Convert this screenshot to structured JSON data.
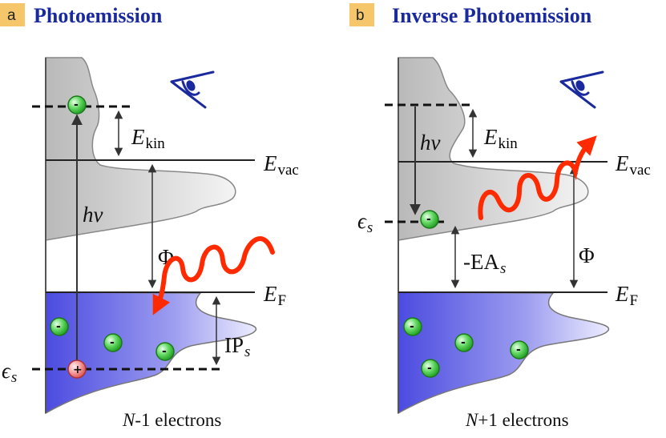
{
  "panel_a": {
    "badge": "a",
    "title": "Photoemission",
    "ekin_main": "E",
    "ekin_sub": "kin",
    "evac_main": "E",
    "evac_sub": "vac",
    "ef_main": "E",
    "ef_sub": "F",
    "hv": "hv",
    "phi": "Φ",
    "ip_main": "IP",
    "ip_sub": "s",
    "eps_main": "ϵ",
    "eps_sub": "s",
    "caption_n": "N",
    "caption_rest": "-1 electrons",
    "electron_sign": "-",
    "hole_sign": "+"
  },
  "panel_b": {
    "badge": "b",
    "title": "Inverse Photoemission",
    "ekin_main": "E",
    "ekin_sub": "kin",
    "evac_main": "E",
    "evac_sub": "vac",
    "ef_main": "E",
    "ef_sub": "F",
    "hv": "hv",
    "phi": "Φ",
    "ea_main": "-EA",
    "ea_sub": "s",
    "eps_main": "ϵ",
    "eps_sub": "s",
    "caption_n": "N",
    "caption_rest": "+1 electrons",
    "electron_sign": "-"
  },
  "colors": {
    "title": "#1a2a9e",
    "badge": "#f5c76a",
    "photon": "#ff2a00",
    "electron": "#3cc23c",
    "hole": "#f08080",
    "occupied_band": "#5a5ae6",
    "unoccupied_band": "#c8c8c8",
    "detector": "#1a2a9e"
  },
  "icons": [
    "eye-detector-icon",
    "photon-wave-icon",
    "electron-icon",
    "hole-icon"
  ]
}
